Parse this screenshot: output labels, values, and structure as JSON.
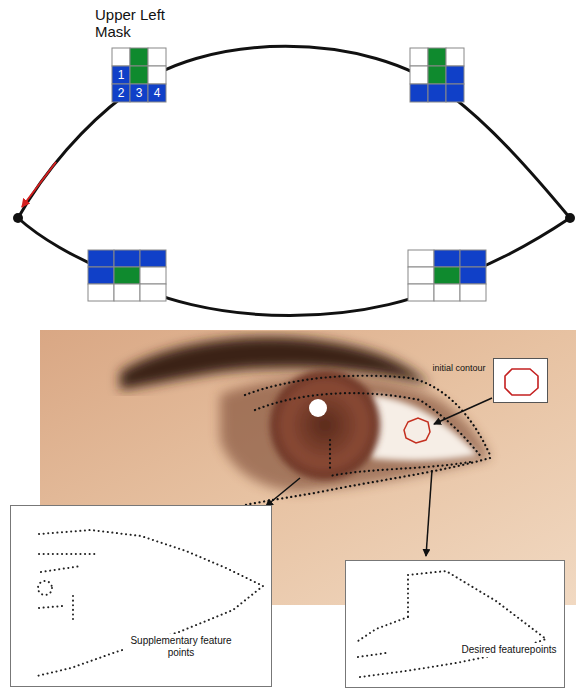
{
  "diagram": {
    "nodes": [
      {
        "text": [
          "initial contour"
        ]
      },
      {
        "text": [
          "Supplementary feature points"
        ]
      },
      {
        "text": [
          "Desired featurepoints"
        ]
      }
    ],
    "labels": [
      "Upper Left Mask",
      "1",
      "2",
      "3",
      "4"
    ]
  }
}
